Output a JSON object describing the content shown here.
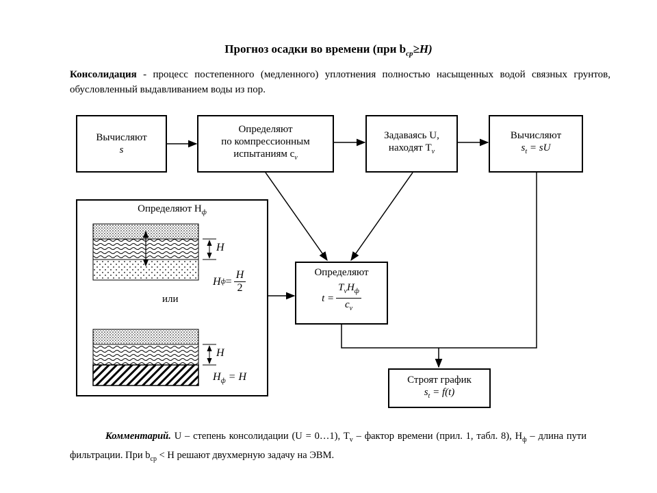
{
  "title": {
    "text": "Прогноз осадки во времени (при b",
    "sub": "ср",
    "tail": "≥H)"
  },
  "definition": {
    "term": "Консолидация",
    "text": " - процесс постепенного (медленного) уплотнения полностью насыщенных водой связных грунтов, обусловленный выдавливанием воды из пор."
  },
  "box1": {
    "line1": "Вычисляют",
    "line2": "s"
  },
  "box2": {
    "line1": "Определяют",
    "line2": "по компрессионным",
    "line3": "испытаниям c",
    "sub": "v"
  },
  "box3": {
    "line1": "Задаваясь U,",
    "line2": "находят T",
    "sub": "v"
  },
  "box4": {
    "line1": "Вычисляют",
    "line2": "s",
    "sub": "t",
    "line3": " = sU"
  },
  "box_left": {
    "title": "Определяют H",
    "title_sub": "ф",
    "label_h": "H",
    "formula_lhs": "H",
    "formula_lhs_sub": "ф",
    "formula_eq": " =",
    "formula_num": "H",
    "formula_den": "2",
    "or": "или",
    "label_h2": "H",
    "formula2_lhs": "H",
    "formula2_sub": "ф",
    "formula2_rhs": " = H"
  },
  "box5": {
    "line1": "Определяют",
    "lhs": "t =",
    "num_a": "T",
    "num_a_sub": "v",
    "num_b": "H",
    "num_b_sub": "ф",
    "den": "c",
    "den_sub": "v"
  },
  "box6": {
    "line1": "Строят график",
    "lhs": "s",
    "lhs_sub": "t",
    "rhs": " = f(t)"
  },
  "comment": {
    "label": "Комментарий.",
    "text": " U – степень консолидации (U = 0…1), T",
    "text_sub": "v",
    "text2": " – фактор времени (прил. 1, табл. 8), H",
    "text2_sub": "ф",
    "text3": " – длина пути фильтрации. При b",
    "text3_sub": "ср",
    "text4": " < H решают двухмерную задачу на ЭВМ."
  }
}
